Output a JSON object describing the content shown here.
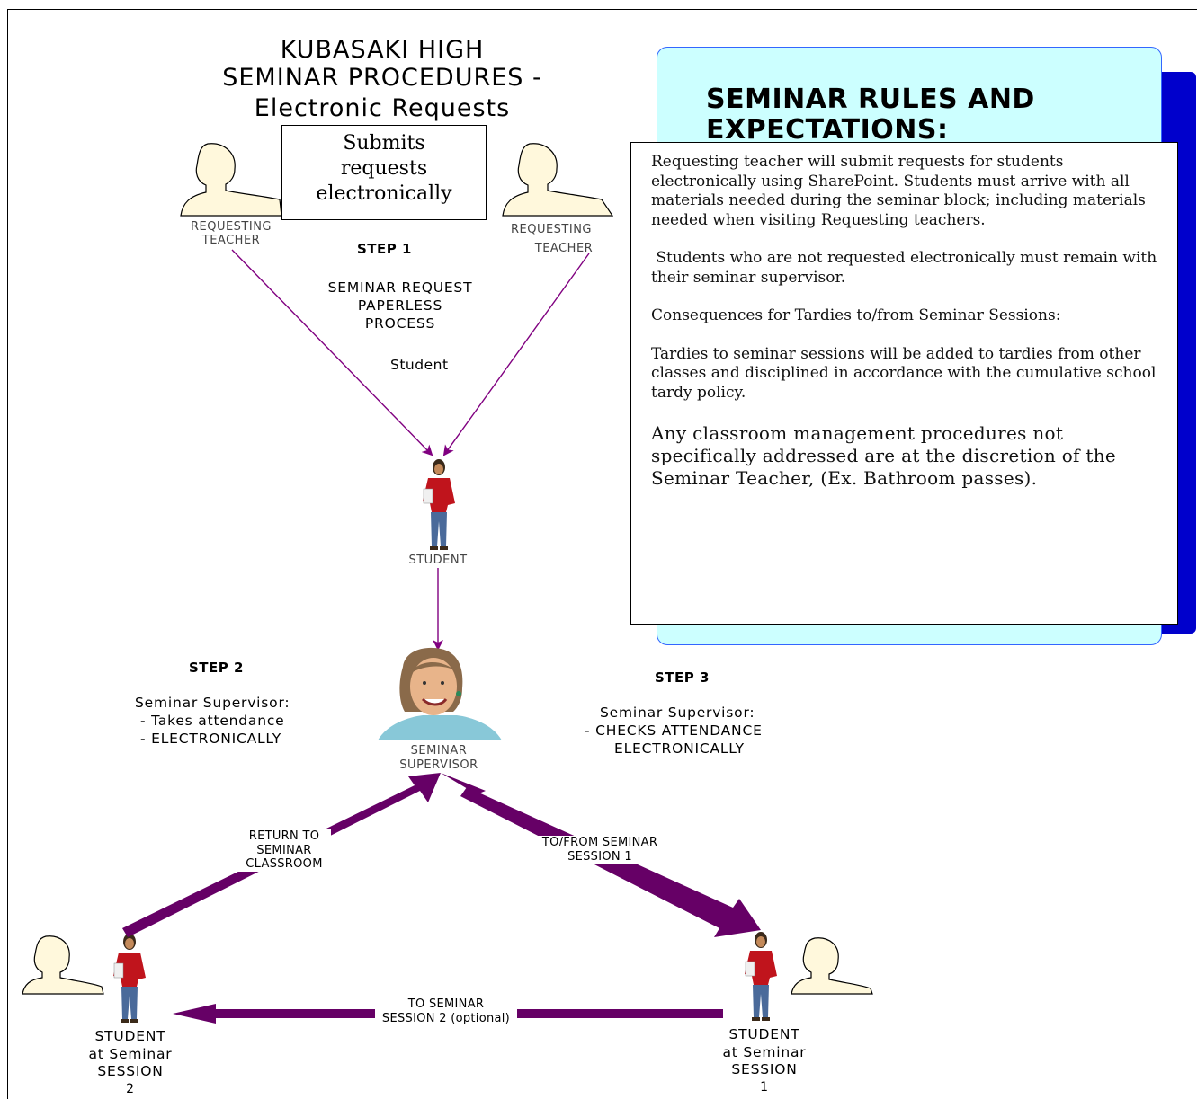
{
  "title": {
    "line1": "KUBASAKI HIGH",
    "line2": "SEMINAR PROCEDURES -",
    "line3": "Electronic Requests"
  },
  "submit_box": {
    "line1": "Submits",
    "line2": "requests",
    "line3": "electronically"
  },
  "teacher_left": {
    "line1": "REQUESTING",
    "line2": "TEACHER"
  },
  "teacher_right": {
    "line1": "REQUESTING",
    "line2": "TEACHER"
  },
  "step1": {
    "heading": "STEP 1",
    "line1": "SEMINAR REQUEST",
    "line2": "PAPERLESS",
    "line3": "PROCESS",
    "student_word": "Student"
  },
  "student_label": "STUDENT",
  "step2": {
    "heading": "STEP 2",
    "line1": "Seminar Supervisor:",
    "line2": "- Takes attendance",
    "line3": "- ELECTRONICALLY"
  },
  "step3": {
    "heading": "STEP 3",
    "line1": "Seminar Supervisor:",
    "line2": "- CHECKS ATTENDANCE",
    "line3": "ELECTRONICALLY"
  },
  "supervisor_label": {
    "line1": "SEMINAR",
    "line2": "SUPERVISOR"
  },
  "edges": {
    "return": {
      "line1": "RETURN TO",
      "line2": "SEMINAR",
      "line3": "CLASSROOM"
    },
    "tofrom": {
      "line1": "TO/FROM SEMINAR",
      "line2": "SESSION 1"
    },
    "session2": {
      "line1": "TO SEMINAR",
      "line2": "SESSION 2 (optional)"
    }
  },
  "student_session2": {
    "line1": "STUDENT",
    "line2": "at Seminar",
    "line3": "SESSION",
    "line4": "2"
  },
  "student_session1": {
    "line1": "STUDENT",
    "line2": "at Seminar",
    "line3": "SESSION",
    "line4": "1"
  },
  "rules": {
    "title_line1": "SEMINAR RULES AND",
    "title_line2": "EXPECTATIONS:",
    "p1": "Requesting teacher will submit requests for students electronically using SharePoint. Students must arrive with all materials needed during the seminar block; including materials needed when visiting Requesting teachers.",
    "p2": " Students who are not requested electronically must remain with their seminar supervisor.",
    "p3": "Consequences for Tardies to/from Seminar Sessions:",
    "p4": "Tardies to seminar sessions will be added to tardies from other classes and disciplined in accordance with the cumulative school tardy policy.",
    "p5": "Any classroom management procedures not specifically addressed are at the discretion of the Seminar Teacher, (Ex. Bathroom passes)."
  },
  "colors": {
    "arrow_purple": "#660066",
    "thin_arrow_purple": "#800080",
    "panel_cyan": "#ccffff",
    "panel_shadow": "#0000cc",
    "silhouette_fill": "#fff8dc"
  }
}
